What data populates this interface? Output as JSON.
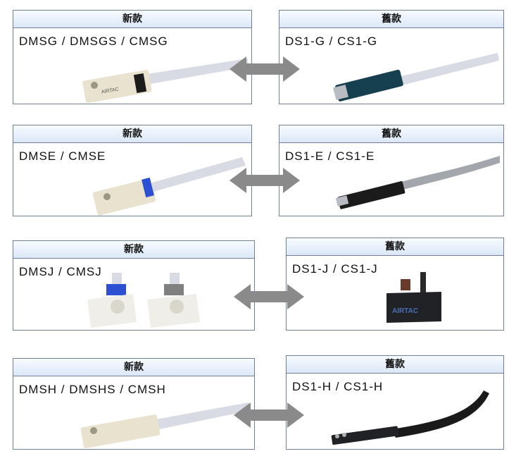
{
  "rows": [
    {
      "new": {
        "header": "新款",
        "label": "DMSG / DMSGS / CMSG"
      },
      "old": {
        "header": "舊款",
        "label": "DS1-G / CS1-G"
      }
    },
    {
      "new": {
        "header": "新款",
        "label": "DMSE / CMSE"
      },
      "old": {
        "header": "舊款",
        "label": "DS1-E / CS1-E"
      }
    },
    {
      "new": {
        "header": "新款",
        "label": "DMSJ / CMSJ"
      },
      "old": {
        "header": "舊款",
        "label": "DS1-J / CS1-J"
      }
    },
    {
      "new": {
        "header": "新款",
        "label": "DMSH / DMSHS / CMSH"
      },
      "old": {
        "header": "舊款",
        "label": "DS1-H / CS1-H"
      }
    }
  ],
  "colors": {
    "border": "#6f7f95",
    "header_bg": "#dbe7f7",
    "arrow": "#8a8a8a"
  },
  "icons": [
    "double-arrow-icon"
  ]
}
